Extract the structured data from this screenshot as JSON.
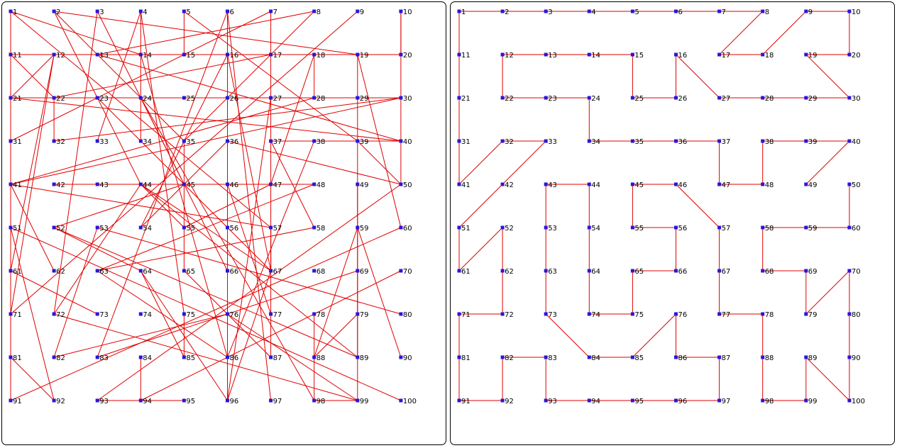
{
  "colors": {
    "edge": "#e00000",
    "node": "#2a16d8",
    "label": "#000000"
  },
  "grid": {
    "columns": 10,
    "rows": 10
  },
  "panels": [
    {
      "name": "random-graph",
      "edges": [
        [
          1,
          57
        ],
        [
          1,
          14
        ],
        [
          1,
          11
        ],
        [
          2,
          35
        ],
        [
          2,
          19
        ],
        [
          2,
          44
        ],
        [
          3,
          72
        ],
        [
          3,
          45
        ],
        [
          4,
          33
        ],
        [
          4,
          34
        ],
        [
          4,
          75
        ],
        [
          5,
          15
        ],
        [
          5,
          39
        ],
        [
          6,
          86
        ],
        [
          6,
          97
        ],
        [
          7,
          31
        ],
        [
          7,
          87
        ],
        [
          8,
          13
        ],
        [
          8,
          35
        ],
        [
          9,
          71
        ],
        [
          10,
          50
        ],
        [
          10,
          20
        ],
        [
          11,
          20
        ],
        [
          11,
          91
        ],
        [
          11,
          22
        ],
        [
          12,
          21
        ],
        [
          12,
          71
        ],
        [
          12,
          61
        ],
        [
          13,
          40
        ],
        [
          14,
          86
        ],
        [
          16,
          67
        ],
        [
          16,
          54
        ],
        [
          17,
          22
        ],
        [
          18,
          47
        ],
        [
          18,
          28
        ],
        [
          19,
          60
        ],
        [
          19,
          89
        ],
        [
          21,
          40
        ],
        [
          21,
          26
        ],
        [
          21,
          30
        ],
        [
          22,
          32
        ],
        [
          23,
          67
        ],
        [
          24,
          98
        ],
        [
          24,
          29
        ],
        [
          26,
          96
        ],
        [
          27,
          96
        ],
        [
          28,
          41
        ],
        [
          30,
          32
        ],
        [
          30,
          41
        ],
        [
          36,
          54
        ],
        [
          36,
          50
        ],
        [
          37,
          58
        ],
        [
          37,
          39
        ],
        [
          37,
          40
        ],
        [
          38,
          86
        ],
        [
          39,
          50
        ],
        [
          41,
          62
        ],
        [
          41,
          57
        ],
        [
          42,
          48
        ],
        [
          42,
          45
        ],
        [
          44,
          89
        ],
        [
          44,
          72
        ],
        [
          44,
          67
        ],
        [
          45,
          52
        ],
        [
          46,
          77
        ],
        [
          47,
          42
        ],
        [
          47,
          55
        ],
        [
          48,
          63
        ],
        [
          49,
          99
        ],
        [
          51,
          100
        ],
        [
          51,
          92
        ],
        [
          51,
          61
        ],
        [
          52,
          64
        ],
        [
          52,
          89
        ],
        [
          53,
          82
        ],
        [
          53,
          80
        ],
        [
          55,
          44
        ],
        [
          57,
          67
        ],
        [
          58,
          63
        ],
        [
          59,
          88
        ],
        [
          59,
          90
        ],
        [
          60,
          91
        ],
        [
          61,
          73
        ],
        [
          63,
          86
        ],
        [
          64,
          96
        ],
        [
          64,
          85
        ],
        [
          65,
          35
        ],
        [
          66,
          24
        ],
        [
          67,
          57
        ],
        [
          69,
          83
        ],
        [
          70,
          94
        ],
        [
          71,
          51
        ],
        [
          72,
          99
        ],
        [
          75,
          85
        ],
        [
          76,
          99
        ],
        [
          78,
          98
        ],
        [
          81,
          92
        ],
        [
          82,
          76
        ],
        [
          83,
          6
        ],
        [
          84,
          94
        ],
        [
          87,
          65
        ],
        [
          88,
          79
        ],
        [
          93,
          50
        ],
        [
          93,
          95
        ],
        [
          96,
          67
        ],
        [
          98,
          99
        ]
      ]
    },
    {
      "name": "spanning-tree",
      "edges": [
        [
          1,
          2
        ],
        [
          2,
          3
        ],
        [
          3,
          4
        ],
        [
          4,
          5
        ],
        [
          5,
          6
        ],
        [
          6,
          7
        ],
        [
          7,
          8
        ],
        [
          8,
          17
        ],
        [
          17,
          18
        ],
        [
          18,
          9
        ],
        [
          9,
          10
        ],
        [
          10,
          20
        ],
        [
          20,
          19
        ],
        [
          19,
          30
        ],
        [
          30,
          29
        ],
        [
          29,
          28
        ],
        [
          28,
          27
        ],
        [
          27,
          16
        ],
        [
          16,
          26
        ],
        [
          26,
          25
        ],
        [
          25,
          15
        ],
        [
          15,
          14
        ],
        [
          14,
          13
        ],
        [
          13,
          12
        ],
        [
          12,
          22
        ],
        [
          22,
          23
        ],
        [
          23,
          24
        ],
        [
          24,
          34
        ],
        [
          34,
          35
        ],
        [
          35,
          36
        ],
        [
          36,
          37
        ],
        [
          37,
          47
        ],
        [
          47,
          48
        ],
        [
          48,
          38
        ],
        [
          38,
          39
        ],
        [
          39,
          40
        ],
        [
          40,
          49
        ],
        [
          50,
          60
        ],
        [
          60,
          59
        ],
        [
          59,
          58
        ],
        [
          58,
          68
        ],
        [
          68,
          69
        ],
        [
          69,
          79
        ],
        [
          79,
          70
        ],
        [
          70,
          80
        ],
        [
          80,
          90
        ],
        [
          90,
          100
        ],
        [
          100,
          89
        ],
        [
          89,
          99
        ],
        [
          99,
          98
        ],
        [
          98,
          88
        ],
        [
          88,
          78
        ],
        [
          78,
          77
        ],
        [
          77,
          67
        ],
        [
          67,
          57
        ],
        [
          57,
          46
        ],
        [
          46,
          45
        ],
        [
          45,
          55
        ],
        [
          55,
          56
        ],
        [
          56,
          66
        ],
        [
          66,
          65
        ],
        [
          65,
          75
        ],
        [
          75,
          74
        ],
        [
          74,
          64
        ],
        [
          64,
          54
        ],
        [
          54,
          44
        ],
        [
          44,
          43
        ],
        [
          43,
          53
        ],
        [
          53,
          63
        ],
        [
          63,
          73
        ],
        [
          73,
          84
        ],
        [
          84,
          85
        ],
        [
          85,
          76
        ],
        [
          76,
          86
        ],
        [
          86,
          87
        ],
        [
          87,
          97
        ],
        [
          97,
          96
        ],
        [
          96,
          95
        ],
        [
          95,
          94
        ],
        [
          94,
          93
        ],
        [
          93,
          83
        ],
        [
          83,
          82
        ],
        [
          82,
          92
        ],
        [
          92,
          91
        ],
        [
          91,
          81
        ],
        [
          81,
          71
        ],
        [
          71,
          72
        ],
        [
          72,
          62
        ],
        [
          62,
          52
        ],
        [
          52,
          61
        ],
        [
          61,
          51
        ],
        [
          51,
          33
        ],
        [
          33,
          32
        ],
        [
          32,
          41
        ],
        [
          41,
          31
        ],
        [
          31,
          21
        ],
        [
          21,
          11
        ],
        [
          11,
          1
        ]
      ]
    }
  ]
}
